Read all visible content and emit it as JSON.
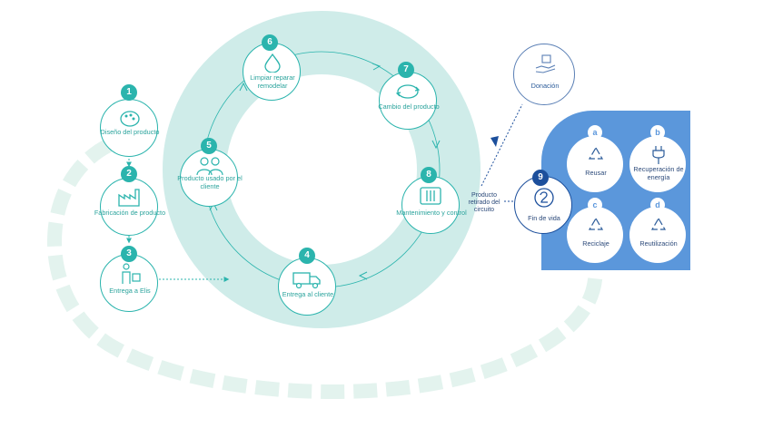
{
  "colors": {
    "teal": "#2bb4ad",
    "ring": "#cfece9",
    "mint_arrows": "#e3f3ee",
    "panel_blue": "#5b97db",
    "dark_blue": "#1c4f9c"
  },
  "steps": [
    {
      "num": "1",
      "label": "Diseño del producto",
      "icon": "palette-icon"
    },
    {
      "num": "2",
      "label": "Fabricación de producto",
      "icon": "factory-icon"
    },
    {
      "num": "3",
      "label": "Entrega a Elis",
      "icon": "delivery-worker-icon"
    },
    {
      "num": "4",
      "label": "Entrega al cliente",
      "icon": "truck-icon"
    },
    {
      "num": "5",
      "label": "Producto usado por el cliente",
      "icon": "people-icon"
    },
    {
      "num": "6",
      "label": "Limpiar reparar remodelar",
      "icon": "water-drop-icon"
    },
    {
      "num": "7",
      "label": "Cambio del producto",
      "icon": "cycle-arrows-icon"
    },
    {
      "num": "8",
      "label": "Mantenimiento y control",
      "icon": "rack-icon"
    },
    {
      "num": "9",
      "label": "Fin de vida",
      "icon": "recycle-circle-icon"
    }
  ],
  "end_of_life": [
    {
      "letter": "a",
      "label": "Reusar",
      "icon": "recycle-icon"
    },
    {
      "letter": "b",
      "label": "Recuperación de energía",
      "icon": "plug-icon"
    },
    {
      "letter": "c",
      "label": "Reciclaje",
      "icon": "recycle-icon"
    },
    {
      "letter": "d",
      "label": "Reutilización",
      "icon": "recycle-icon"
    }
  ],
  "donation": {
    "label": "Donación",
    "icon": "hand-box-icon"
  },
  "withdrawn_label": "Producto retirado del circuito"
}
